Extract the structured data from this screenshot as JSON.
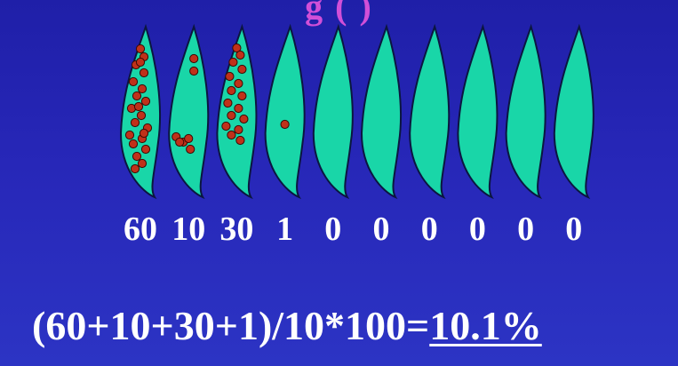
{
  "title_fragment": "g ( )",
  "leaves": [
    {
      "count": "60",
      "spots": 22
    },
    {
      "count": "10",
      "spots": 7
    },
    {
      "count": "30",
      "spots": 16
    },
    {
      "count": "1",
      "spots": 1
    },
    {
      "count": "0",
      "spots": 0
    },
    {
      "count": "0",
      "spots": 0
    },
    {
      "count": "0",
      "spots": 0
    },
    {
      "count": "0",
      "spots": 0
    },
    {
      "count": "0",
      "spots": 0
    },
    {
      "count": "0",
      "spots": 0
    }
  ],
  "formula": {
    "expression": "(60+10+30+1)/10*100=",
    "result": "10.1%"
  },
  "colors": {
    "leaf_fill": "#19d6a8",
    "leaf_stroke": "#0b1640",
    "spot_fill": "#c0311a",
    "spot_stroke": "#3a0a04",
    "text": "#ffffff",
    "title": "#d14fd8"
  }
}
